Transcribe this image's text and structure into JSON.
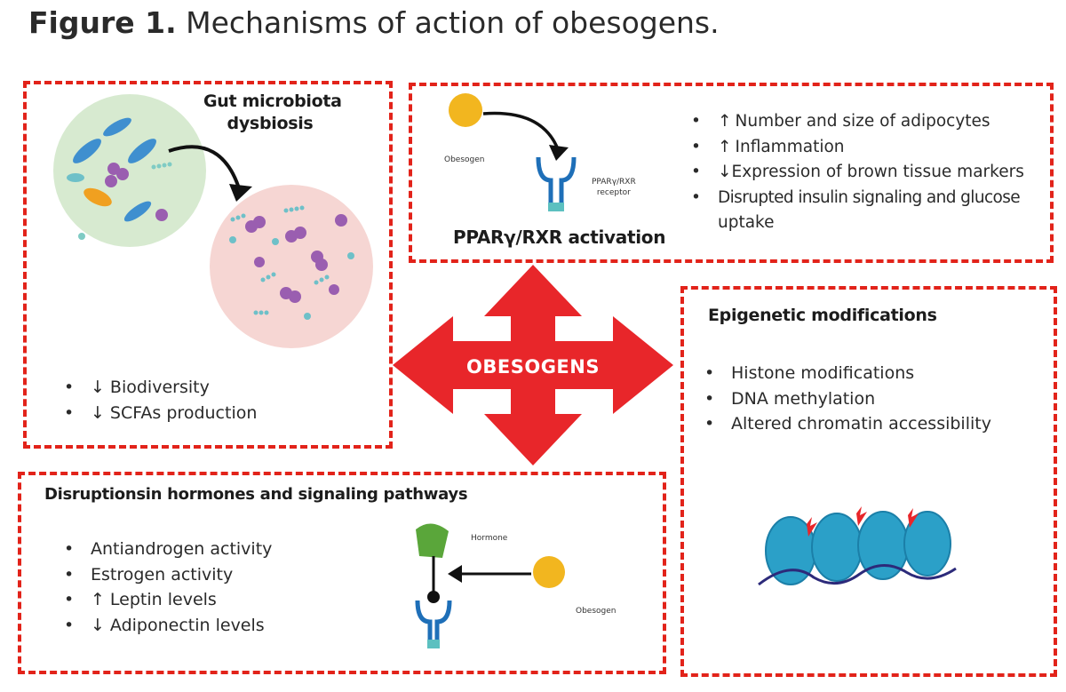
{
  "title": {
    "prefix": "Figure 1.",
    "text": "Mechanisms of action of obesogens."
  },
  "center": {
    "label": "OBESOGENS"
  },
  "gut": {
    "heading_line1": "Gut microbiota",
    "heading_line2": "dysbiosis",
    "items": [
      {
        "arrow": "↓",
        "text": "Biodiversity"
      },
      {
        "arrow": "↓",
        "text": "SCFAs  production"
      }
    ]
  },
  "ppar": {
    "heading": "PPARγ/RXR activation",
    "obesogen_label": "Obesogen",
    "receptor_line1": "PPARγ/RXR",
    "receptor_line2": "receptor",
    "items": [
      {
        "arrow": "↑",
        "text": "Number and size of adipocytes"
      },
      {
        "arrow": "↑",
        "text": "Inflammation"
      },
      {
        "arrow": "↓",
        "text": "Expression of brown tissue markers"
      },
      {
        "arrow": "",
        "text": "Disrupted insulin signaling and glucose"
      },
      {
        "arrow": "",
        "text": "uptake",
        "continuation": true
      }
    ]
  },
  "epigenetic": {
    "heading": "Epigenetic modifications",
    "items": [
      {
        "arrow": "",
        "text": "Histone modifications"
      },
      {
        "arrow": "",
        "text": "DNA methylation"
      },
      {
        "arrow": "",
        "text": "Altered chromatin accessibility"
      }
    ]
  },
  "hormones": {
    "heading": "Disruptionsin hormones and signaling pathways",
    "hormone_label": "Hormone",
    "obesogen_label": "Obesogen",
    "items": [
      {
        "arrow": "",
        "text": "Antiandrogen activity"
      },
      {
        "arrow": "",
        "text": "Estrogen activity"
      },
      {
        "arrow": "↑",
        "text": "Leptin levels"
      },
      {
        "arrow": "↓",
        "text": "Adiponectin levels"
      }
    ]
  },
  "colors": {
    "border": "#e2231a",
    "arrow": "#e8262a",
    "obesogen": "#f2b61f",
    "receptor": "#1e6fb8"
  }
}
